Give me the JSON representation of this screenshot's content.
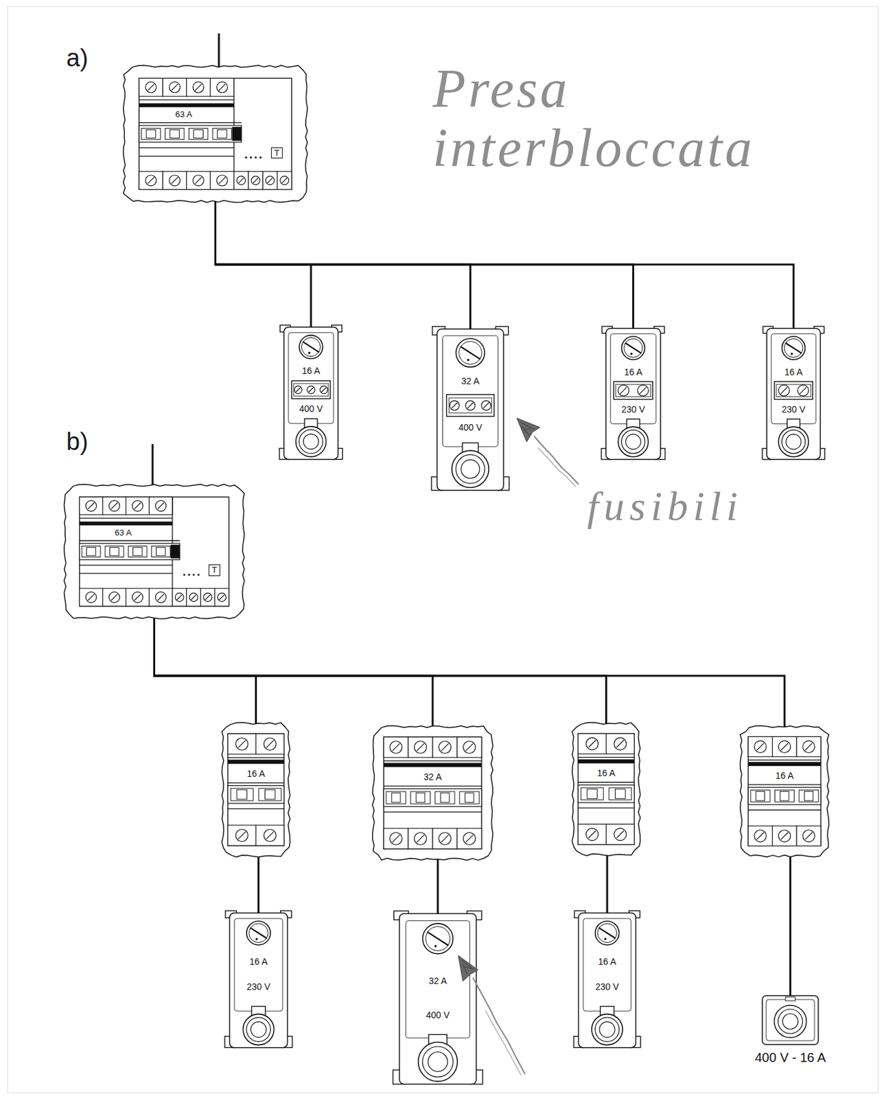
{
  "diagram": {
    "nodes": [
      {
        "text": [
          "63 A",
          "T"
        ]
      },
      {
        "text": [
          "16 A",
          "400 V"
        ]
      },
      {
        "text": [
          "32 A",
          "400 V"
        ]
      },
      {
        "text": [
          "16 A",
          "230 V"
        ]
      },
      {
        "text": [
          "16 A",
          "230 V"
        ]
      },
      {
        "text": [
          "63 A",
          "T"
        ]
      },
      {
        "text": [
          "16 A"
        ]
      },
      {
        "text": [
          "32 A"
        ]
      },
      {
        "text": [
          "16 A"
        ]
      },
      {
        "text": [
          "16 A"
        ]
      },
      {
        "text": [
          "16 A",
          "230 V"
        ]
      },
      {
        "text": [
          "32 A",
          "400 V"
        ]
      },
      {
        "text": [
          "16 A",
          "230 V"
        ]
      },
      {
        "text": [
          "400 V - 16 A"
        ]
      }
    ],
    "edges": [
      {
        "from": 0,
        "to": 1,
        "arrow": "none"
      },
      {
        "from": 0,
        "to": 2,
        "arrow": "none"
      },
      {
        "from": 0,
        "to": 3,
        "arrow": "none"
      },
      {
        "from": 0,
        "to": 4,
        "arrow": "none"
      },
      {
        "from": 5,
        "to": 6,
        "arrow": "none"
      },
      {
        "from": 5,
        "to": 7,
        "arrow": "none"
      },
      {
        "from": 5,
        "to": 8,
        "arrow": "none"
      },
      {
        "from": 5,
        "to": 9,
        "arrow": "none"
      },
      {
        "from": 6,
        "to": 10,
        "arrow": "none"
      },
      {
        "from": 7,
        "to": 11,
        "arrow": "none"
      },
      {
        "from": 8,
        "to": 12,
        "arrow": "none"
      },
      {
        "from": 9,
        "to": 13,
        "arrow": "none"
      }
    ],
    "labels": [
      "a)",
      "Presa interbloccata",
      "fusibili",
      "b)"
    ]
  }
}
